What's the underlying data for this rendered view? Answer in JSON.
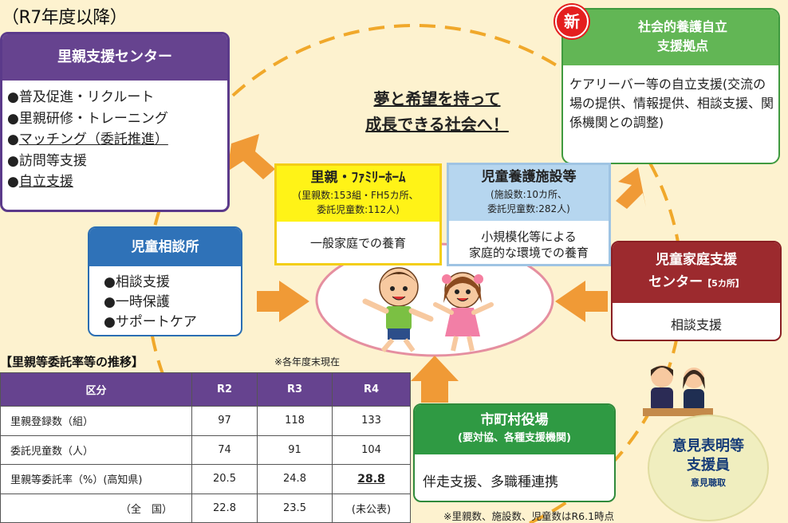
{
  "era_label": "（R7年度以降）",
  "goal": {
    "line1": "夢と希望を持って",
    "line2": "成長できる社会へ！"
  },
  "foster_support_center": {
    "title": "里親支援センター",
    "items": [
      {
        "bullet": "●",
        "text": "普及促進・リクルート",
        "underline": false
      },
      {
        "bullet": "●",
        "text": "里親研修・トレーニング",
        "underline": false
      },
      {
        "bullet": "●",
        "text": "マッチング（委託推進）",
        "underline": true
      },
      {
        "bullet": "●",
        "text": "訪問等支援",
        "underline": false
      },
      {
        "bullet": "●",
        "text": "自立支援",
        "underline": true
      }
    ]
  },
  "social_care_hub": {
    "badge": "新",
    "title_line1": "社会的養護自立",
    "title_line2": "支援拠点",
    "body": "ケアリーバー等の自立支援(交流の場の提供、情報提供、相談支援、関係機関との調整)"
  },
  "foster_family_home": {
    "title": "里親・ﾌｧﾐﾘｰﾎｰﾑ",
    "detail_line1": "(里親数:153組・FH5カ所、",
    "detail_line2": "委託児童数:112人)",
    "body": "一般家庭での養育"
  },
  "child_care_facility": {
    "title": "児童養護施設等",
    "detail_line1": "(施設数:10カ所、",
    "detail_line2": "委託児童数:282人)",
    "body_line1": "小規模化等による",
    "body_line2": "家庭的な環境での養育"
  },
  "child_guidance_center": {
    "title": "児童相談所",
    "items": [
      "●相談支援",
      "●一時保護",
      "●サポートケア"
    ]
  },
  "child_family_support_center": {
    "title_line1": "児童家庭支援",
    "title_line2": "センター",
    "count": "【5カ所】",
    "body": "相談支援"
  },
  "municipal_office": {
    "title": "市町村役場",
    "subtitle": "(要対協、各種支援機関)",
    "body": "伴走支援、多職種連携"
  },
  "advocacy": {
    "line1": "意見表明等",
    "line2": "支援員",
    "line3": "意見聴取"
  },
  "trend_table": {
    "title": "【里親等委託率等の推移】",
    "note": "※各年度末現在",
    "headers": [
      "区分",
      "R2",
      "R3",
      "R4"
    ],
    "rows": [
      {
        "label": "里親登録数（組）",
        "values": [
          "97",
          "118",
          "133"
        ]
      },
      {
        "label": "委託児童数（人）",
        "values": [
          "74",
          "91",
          "104"
        ]
      },
      {
        "label": "里親等委託率（%）(高知県)",
        "values": [
          "20.5",
          "24.8",
          "28.8"
        ]
      },
      {
        "label": "（全　国）",
        "values": [
          "22.8",
          "23.5",
          "(未公表)"
        ]
      }
    ]
  },
  "footnote": "※里親数、施設数、児童数はR6.1時点",
  "colors": {
    "background": "#fdf2cf",
    "dashed_circle": "#f0a82a",
    "arrow": "#f09a36",
    "purple": "#66438f",
    "green": "#62b655",
    "yellow": "#fff317",
    "light_blue": "#b6d6ef",
    "blue": "#2f72b8",
    "maroon": "#9c2a2e",
    "dark_green": "#2f9a43"
  }
}
